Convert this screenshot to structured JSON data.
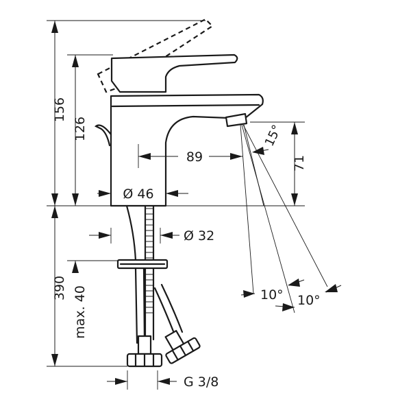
{
  "dimensions": {
    "overall_height": "156",
    "body_height": "126",
    "spout_reach": "89",
    "base_diameter": "Ø 46",
    "spout_height": "71",
    "jet_angle": "15°",
    "shank_diameter": "Ø 32",
    "hose_length": "390",
    "max_thickness": "max. 40",
    "spray_angle_left": "10°",
    "spray_angle_right": "10°",
    "connection_thread": "G 3/8"
  }
}
